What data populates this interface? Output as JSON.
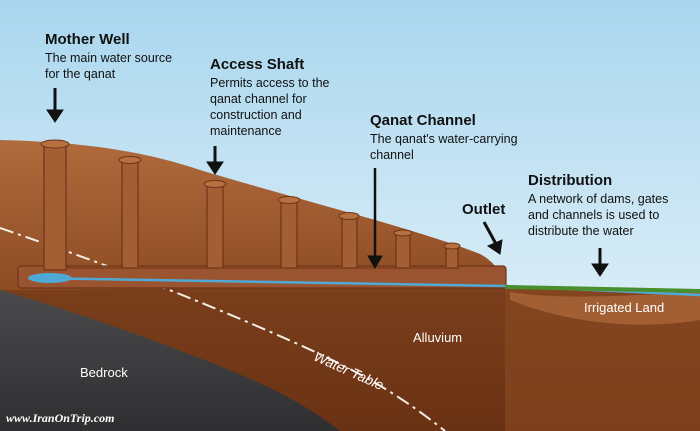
{
  "callouts": {
    "mother_well": {
      "title": "Mother Well",
      "desc_lines": [
        "The main water source",
        "for the qanat"
      ]
    },
    "access_shaft": {
      "title": "Access Shaft",
      "desc_lines": [
        "Permits access to the",
        "qanat channel for",
        "construction and",
        "maintenance"
      ]
    },
    "qanat_channel": {
      "title": "Qanat Channel",
      "desc_lines": [
        "The qanat's water-carrying",
        "channel"
      ]
    },
    "outlet": {
      "title": "Outlet"
    },
    "distribution": {
      "title": "Distribution",
      "desc_lines": [
        "A network of dams, gates",
        "and channels is used to",
        "distribute the water"
      ]
    }
  },
  "layers": {
    "bedrock": "Bedrock",
    "alluvium": "Alluvium",
    "water_table": "Water Table",
    "irrigated_land": "Irrigated Land"
  },
  "watermark": "www.IranOnTrip.com",
  "colors": {
    "sky_top": "#a9d6ee",
    "sky_bottom": "#eef7fb",
    "soil_surface": "#a8643a",
    "soil": "#8a4a22",
    "soil_deep": "#6e3516",
    "bedrock": "#3d3d3f",
    "water": "#4fa9d6",
    "grass": "#4a8f2e"
  }
}
